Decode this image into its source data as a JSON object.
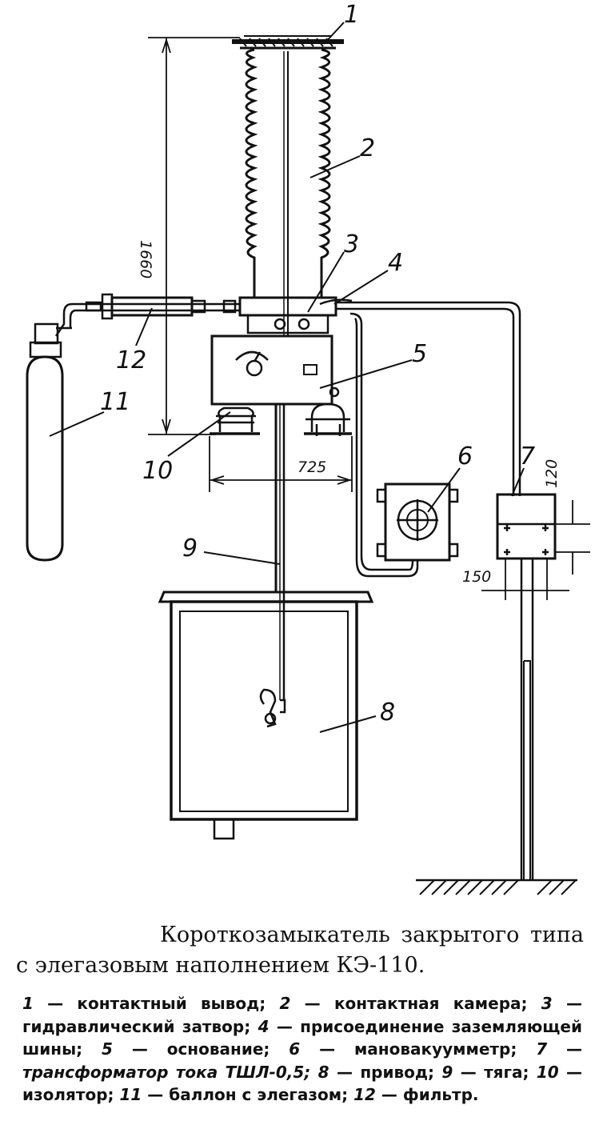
{
  "callouts": {
    "c1": "1",
    "c2": "2",
    "c3": "3",
    "c4": "4",
    "c5": "5",
    "c6": "6",
    "c7": "7",
    "c8": "8",
    "c9": "9",
    "c10": "10",
    "c11": "11",
    "c12": "12"
  },
  "dimensions": {
    "height": "1660",
    "span": "725",
    "ct_height": "120",
    "ct_width": "150"
  },
  "caption": {
    "title": "Короткозамыкатель закрытого типа с элегазовым наполнением КЭ-110."
  },
  "legend": [
    {
      "num": "1",
      "text": "контактный вывод;"
    },
    {
      "num": "2",
      "text": "контактная камера;"
    },
    {
      "num": "3",
      "text": "гидравлический затвор;"
    },
    {
      "num": "4",
      "text": "присоединение заземляющей шины;"
    },
    {
      "num": "5",
      "text": "основание;"
    },
    {
      "num": "6",
      "text": "мановакуумметр;"
    },
    {
      "num": "7",
      "text": "трансформатор тока ТШЛ-0,5;"
    },
    {
      "num": "8",
      "text": "привод;"
    },
    {
      "num": "9",
      "text": "тяга;"
    },
    {
      "num": "10",
      "text": "изолятор;"
    },
    {
      "num": "11",
      "text": "баллон с элегазом;"
    },
    {
      "num": "12",
      "text": "фильтр."
    }
  ]
}
